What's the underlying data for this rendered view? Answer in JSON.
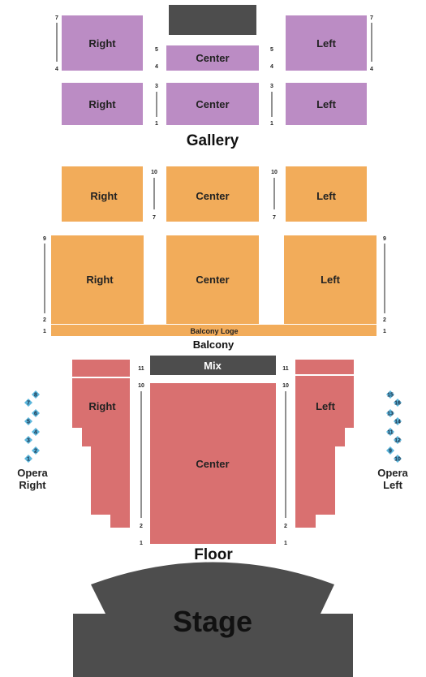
{
  "colors": {
    "gallery": "#bb8cc4",
    "balcony": "#f2ac5a",
    "floor": "#d97070",
    "dark": "#4d4d4d",
    "opera": "#5bb6dc"
  },
  "gallery": {
    "label": "Gallery",
    "right": "Right",
    "center": "Center",
    "left": "Left",
    "row7": "7",
    "row4": "4",
    "row5": "5",
    "row3": "3",
    "row1": "1"
  },
  "balcony": {
    "label": "Balcony",
    "loge": "Balcony Loge",
    "right": "Right",
    "center": "Center",
    "left": "Left",
    "row10": "10",
    "row7": "7",
    "row9": "9",
    "row2": "2",
    "row1": "1"
  },
  "floor": {
    "label": "Floor",
    "mix": "Mix",
    "right": "Right",
    "center": "Center",
    "left": "Left",
    "row11": "11",
    "row10": "10",
    "row2": "2",
    "row1": "1"
  },
  "opera_right": {
    "label_line1": "Opera",
    "label_line2": "Right",
    "boxes": [
      "8",
      "7",
      "6",
      "5",
      "4",
      "3",
      "2",
      "1"
    ]
  },
  "opera_left": {
    "label_line1": "Opera",
    "label_line2": "Left",
    "boxes": [
      "15",
      "16",
      "13",
      "14",
      "11",
      "12",
      "9",
      "10"
    ]
  },
  "stage": {
    "label": "Stage"
  }
}
